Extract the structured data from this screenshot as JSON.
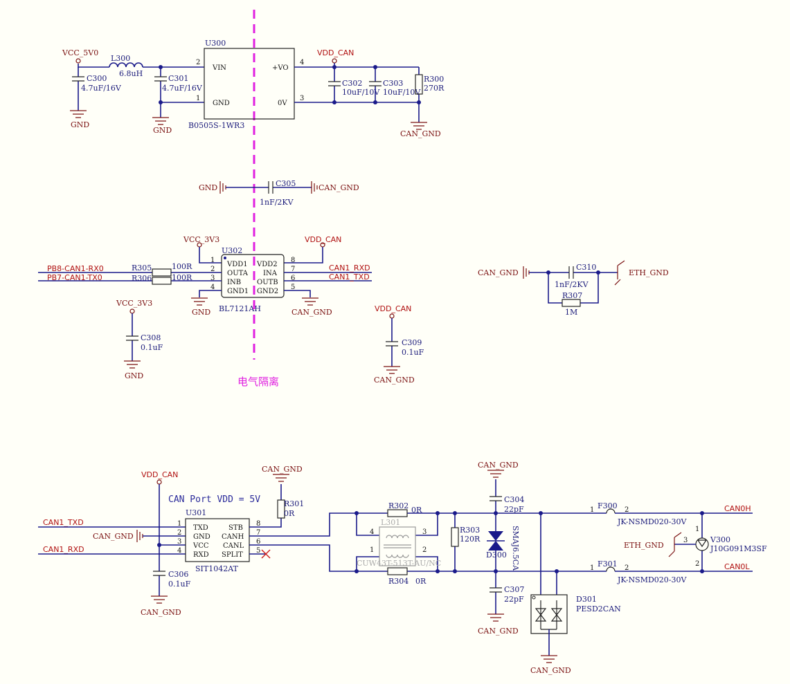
{
  "nets": {
    "vcc_5v0": "VCC_5V0",
    "vdd_can": "VDD_CAN",
    "vcc_3v3": "VCC_3V3",
    "gnd": "GND",
    "can_gnd": "CAN_GND",
    "eth_gnd": "ETH_GND",
    "pb8": "PB8-CAN1-RX0",
    "pb7": "PB7-CAN1-TX0",
    "can1_rxd": "CAN1_RXD",
    "can1_txd": "CAN1_TXD",
    "canh": "CAN0H",
    "canl": "CAN0L"
  },
  "parts": {
    "l300": {
      "ref": "L300",
      "value": "6.8uH"
    },
    "c300": {
      "ref": "C300",
      "value": "4.7uF/16V"
    },
    "c301": {
      "ref": "C301",
      "value": "4.7uF/16V"
    },
    "u300": {
      "ref": "U300",
      "value": "B0505S-1WR3",
      "pins": {
        "vin": "VIN",
        "gnd": "GND",
        "vo": "+VO",
        "ov": "0V"
      }
    },
    "c302": {
      "ref": "C302",
      "value": "10uF/10V"
    },
    "c303": {
      "ref": "C303",
      "value": "10uF/10V"
    },
    "r300": {
      "ref": "R300",
      "value": "270R"
    },
    "c305": {
      "ref": "C305",
      "value": "1nF/2KV"
    },
    "u302": {
      "ref": "U302",
      "value": "BL7121AH",
      "left": [
        "VDD1",
        "OUTA",
        "INB",
        "GND1"
      ],
      "right": [
        "VDD2",
        "INA",
        "OUTB",
        "GND2"
      ]
    },
    "r305": {
      "ref": "R305",
      "value": "100R"
    },
    "r306": {
      "ref": "R306",
      "value": "100R"
    },
    "c308": {
      "ref": "C308",
      "value": "0.1uF"
    },
    "c309": {
      "ref": "C309",
      "value": "0.1uF"
    },
    "c310": {
      "ref": "C310",
      "value": "1nF/2KV"
    },
    "r307": {
      "ref": "R307",
      "value": "1M"
    },
    "u301": {
      "ref": "U301",
      "value": "SIT1042AT",
      "left": [
        "TXD",
        "GND",
        "VCC",
        "RXD"
      ],
      "right": [
        "STB",
        "CANH",
        "CANL",
        "SPLIT"
      ]
    },
    "r301": {
      "ref": "R301",
      "value": "0R"
    },
    "c306": {
      "ref": "C306",
      "value": "0.1uF"
    },
    "r302": {
      "ref": "R302",
      "value": "0R"
    },
    "r304": {
      "ref": "R304",
      "value": "0R"
    },
    "l301": {
      "ref": "L301",
      "value": "CUW43T-513T-AU/NC"
    },
    "r303": {
      "ref": "R303",
      "value": "120R"
    },
    "c304": {
      "ref": "C304",
      "value": "22pF"
    },
    "c307": {
      "ref": "C307",
      "value": "22pF"
    },
    "d300": {
      "ref": "D300",
      "value": "SMAJ6.5CA"
    },
    "d301": {
      "ref": "D301",
      "value": "PESD2CAN"
    },
    "f300": {
      "ref": "F300",
      "value": "JK-NSMD020-30V"
    },
    "f301": {
      "ref": "F301",
      "value": "JK-NSMD020-30V"
    },
    "v300": {
      "ref": "V300",
      "value": "J10G091M3SF"
    }
  },
  "notes": {
    "isolation": "电气隔离",
    "can_port": "CAN Port VDD = 5V"
  },
  "colors": {
    "wire": "#1a1a8a",
    "net_label": "#b01010",
    "isolation_line": "#e020e0",
    "background": "#FFFFF8"
  }
}
